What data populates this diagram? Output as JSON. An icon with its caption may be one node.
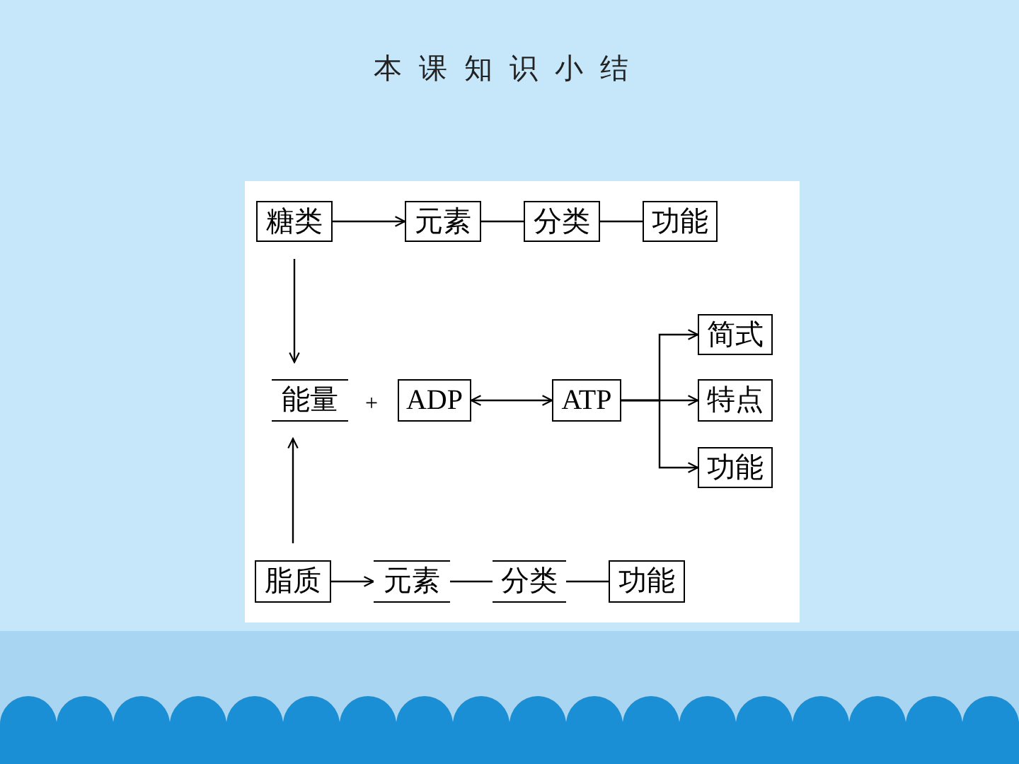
{
  "diagram": {
    "title": "本课知识小结",
    "nodes": [
      {
        "text": [
          "糖类"
        ]
      },
      {
        "text": [
          "元素"
        ]
      },
      {
        "text": [
          "分类"
        ]
      },
      {
        "text": [
          "功能"
        ]
      },
      {
        "text": [
          "简式"
        ]
      },
      {
        "text": [
          "能量"
        ]
      },
      {
        "text": [
          "ADP"
        ]
      },
      {
        "text": [
          "ATP"
        ]
      },
      {
        "text": [
          "特点"
        ]
      },
      {
        "text": [
          "功能"
        ]
      },
      {
        "text": [
          "脂质"
        ]
      },
      {
        "text": [
          "元素"
        ]
      },
      {
        "text": [
          "分类"
        ]
      },
      {
        "text": [
          "功能"
        ]
      }
    ],
    "edges": [
      {
        "from": 0,
        "to": 1,
        "arrow": "to"
      },
      {
        "from": 1,
        "to": 2,
        "arrow": "none"
      },
      {
        "from": 2,
        "to": 3,
        "arrow": "none"
      },
      {
        "from": 0,
        "to": 5,
        "arrow": "to"
      },
      {
        "from": 10,
        "to": 5,
        "arrow": "to"
      },
      {
        "from": 6,
        "to": 7,
        "arrow": "both"
      },
      {
        "from": 7,
        "to": 4,
        "arrow": "to"
      },
      {
        "from": 7,
        "to": 8,
        "arrow": "to"
      },
      {
        "from": 7,
        "to": 9,
        "arrow": "to"
      },
      {
        "from": 10,
        "to": 11,
        "arrow": "to"
      },
      {
        "from": 11,
        "to": 12,
        "arrow": "none"
      },
      {
        "from": 12,
        "to": 13,
        "arrow": "none"
      }
    ],
    "labels": [
      "+"
    ]
  }
}
